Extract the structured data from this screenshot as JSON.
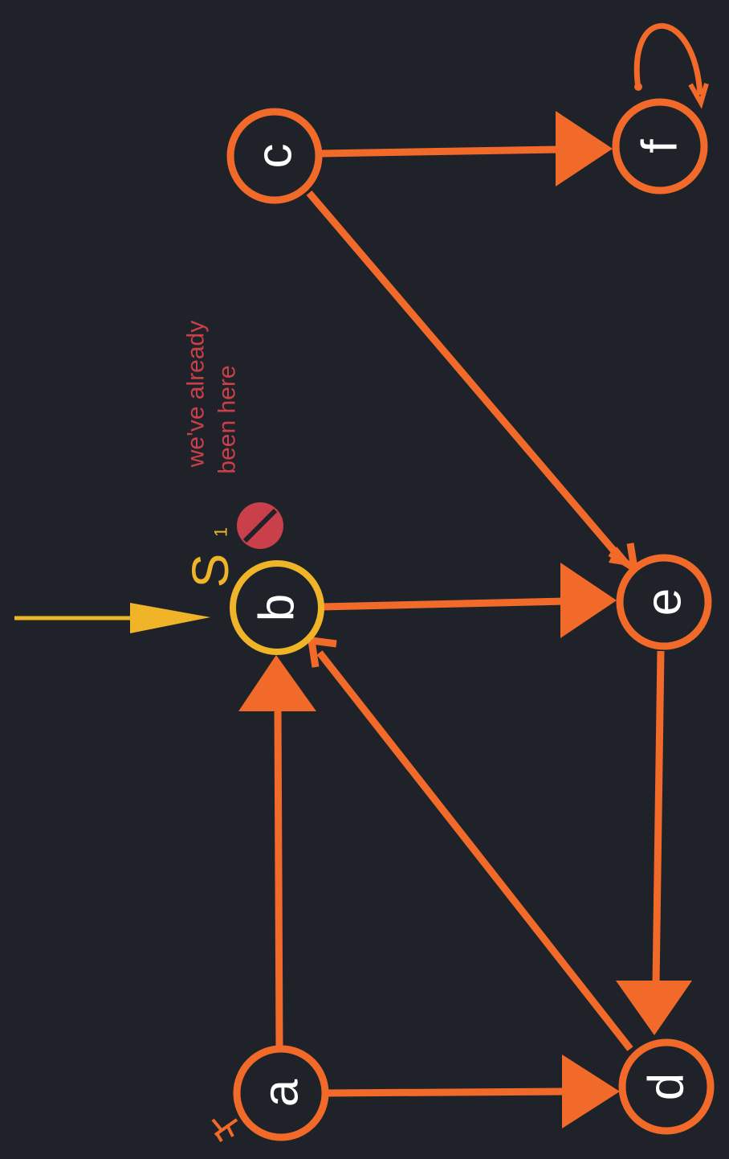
{
  "colors": {
    "background": "#1f2329",
    "edge": "#f26a2a",
    "start": "#f0b429",
    "note": "#c9404a",
    "label": "#ffffff"
  },
  "nodes": {
    "a": "a",
    "b": "b",
    "c": "c",
    "d": "d",
    "e": "e",
    "f": "f"
  },
  "start_marker": {
    "label": "S",
    "subscript": "1"
  },
  "note": {
    "line1": "we've already",
    "line2": "been here",
    "icon": "no-entry-icon"
  },
  "edges": [
    {
      "from": "a",
      "to": "b"
    },
    {
      "from": "a",
      "to": "d"
    },
    {
      "from": "b",
      "to": "e"
    },
    {
      "from": "c",
      "to": "f"
    },
    {
      "from": "c",
      "to": "e"
    },
    {
      "from": "e",
      "to": "d"
    },
    {
      "from": "d",
      "to": "b"
    },
    {
      "from": "f",
      "to": "f"
    }
  ]
}
